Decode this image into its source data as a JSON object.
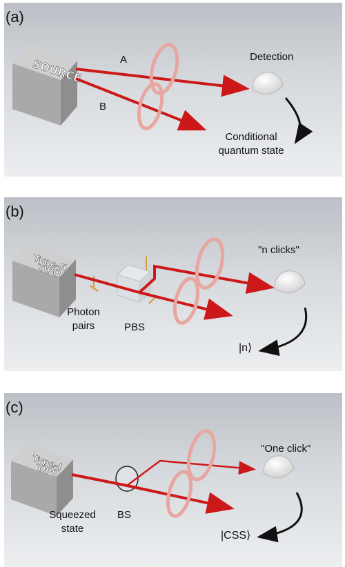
{
  "panels": [
    {
      "label": "(a)",
      "box_label": "SOURCE",
      "beam_a": "A",
      "beam_b": "B",
      "detector_label": "Detection",
      "output_label_line1": "Conditional",
      "output_label_line2": "quantum state"
    },
    {
      "label": "(b)",
      "box_label_line1": "Type-II",
      "box_label_line2": "OPO",
      "source_label_line1": "Photon",
      "source_label_line2": "pairs",
      "splitter_label": "PBS",
      "detector_label": "\"n clicks\"",
      "output_label": "|n⟩"
    },
    {
      "label": "(c)",
      "box_label_line1": "Type-I",
      "box_label_line2": "OPO",
      "source_label_line1": "Squeezed",
      "source_label_line2": "state",
      "splitter_label": "BS",
      "detector_label": "\"One click\"",
      "output_label": "|CSS⟩"
    }
  ],
  "colors": {
    "beam": "#cc1818",
    "ring": "#e8a6a0",
    "box_face": "#bdbdbd",
    "detector": "#f5f5f5",
    "panel_bg_top": "#bcc0c6",
    "panel_bg_bottom": "#eceef0"
  }
}
